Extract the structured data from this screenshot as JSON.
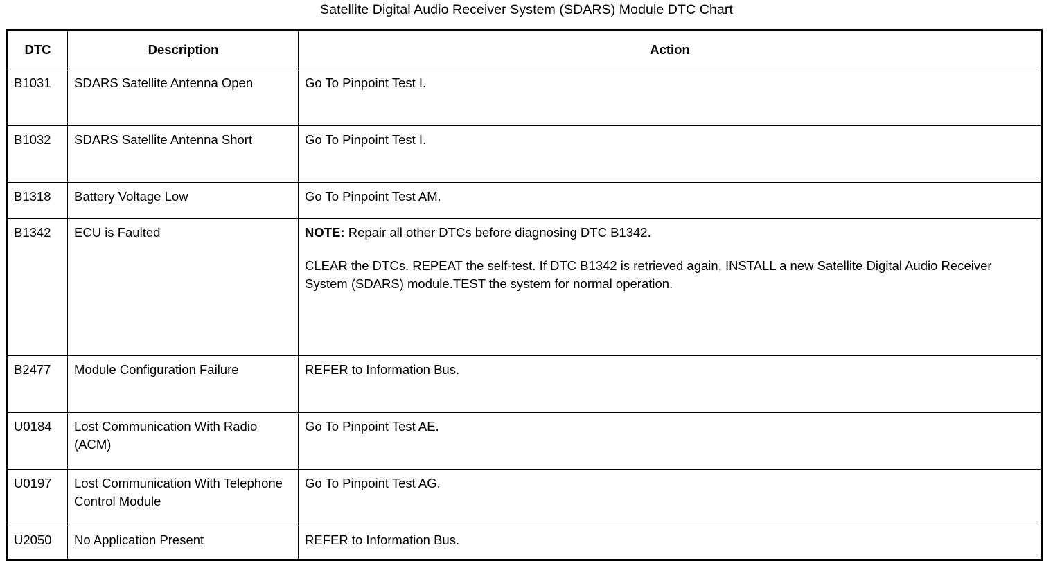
{
  "document": {
    "title": "Satellite Digital Audio Receiver System (SDARS) Module DTC Chart"
  },
  "table": {
    "columns": {
      "dtc": "DTC",
      "description": "Description",
      "action": "Action"
    },
    "rows": [
      {
        "dtc": "B1031",
        "description": "SDARS Satellite Antenna Open",
        "action": "Go To Pinpoint Test I."
      },
      {
        "dtc": "B1032",
        "description": "SDARS Satellite Antenna Short",
        "action": "Go To Pinpoint Test I."
      },
      {
        "dtc": "B1318",
        "description": "Battery Voltage Low",
        "action": "Go To Pinpoint Test AM."
      },
      {
        "dtc": "B1342",
        "description": "ECU is Faulted",
        "action_note_label": "NOTE:",
        "action_note_text": " Repair all other DTCs before diagnosing DTC B1342.",
        "action_paragraph": "CLEAR the DTCs. REPEAT the self-test. If DTC B1342 is retrieved again, INSTALL a new Satellite Digital Audio Receiver System (SDARS) module.TEST the system for normal operation."
      },
      {
        "dtc": "B2477",
        "description": "Module Configuration Failure",
        "action": "REFER to Information Bus."
      },
      {
        "dtc": "U0184",
        "description": "Lost Communication With Radio (ACM)",
        "action": "Go To Pinpoint Test AE."
      },
      {
        "dtc": "U0197",
        "description": "Lost Communication With Telephone Control Module",
        "action": "Go To Pinpoint Test AG."
      },
      {
        "dtc": "U2050",
        "description": "No Application Present",
        "action": "REFER to Information Bus."
      }
    ]
  },
  "colors": {
    "text": "#000000",
    "background": "#ffffff",
    "border": "#000000"
  }
}
